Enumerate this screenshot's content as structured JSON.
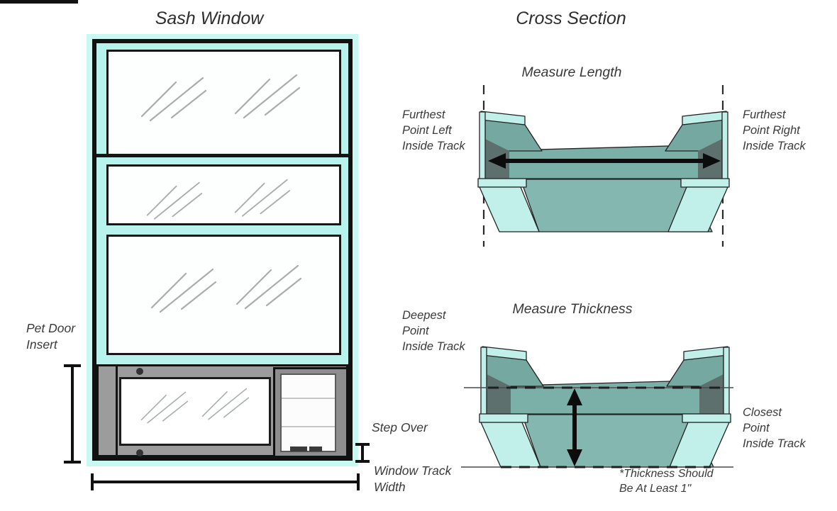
{
  "sash_window": {
    "title": "Sash Window",
    "labels": {
      "pet_door_insert": "Pet Door\nInsert",
      "step_over": "Step Over",
      "window_track_width": "Window Track\nWidth"
    }
  },
  "cross_section": {
    "title": "Cross Section",
    "measure_length": {
      "title": "Measure Length",
      "label_left": "Furthest\nPoint Left\nInside Track",
      "label_right": "Furthest\nPoint Right\nInside Track"
    },
    "measure_thickness": {
      "title": "Measure Thickness",
      "label_left": "Deepest\nPoint\nInside Track",
      "label_right": "Closest\nPoint\nInside Track",
      "note": "*Thickness Should\nBe At Least 1\""
    }
  },
  "colors": {
    "frame_cyan": "#b7f3ec",
    "glow_cyan": "#c9f8f3",
    "track_teal": "#7bb0a9",
    "track_teal_wall": "#74a8a1",
    "track_teal_floor": "#83b7b0",
    "track_cyan": "#c1f0ea",
    "track_shadow": "#5d706e",
    "panel_gray": "#9c9c9c",
    "door_frame_gray": "#8e8e8e",
    "outline_black": "#111111",
    "text_gray": "#3f3f3f",
    "shine_gray": "#a8adad"
  }
}
